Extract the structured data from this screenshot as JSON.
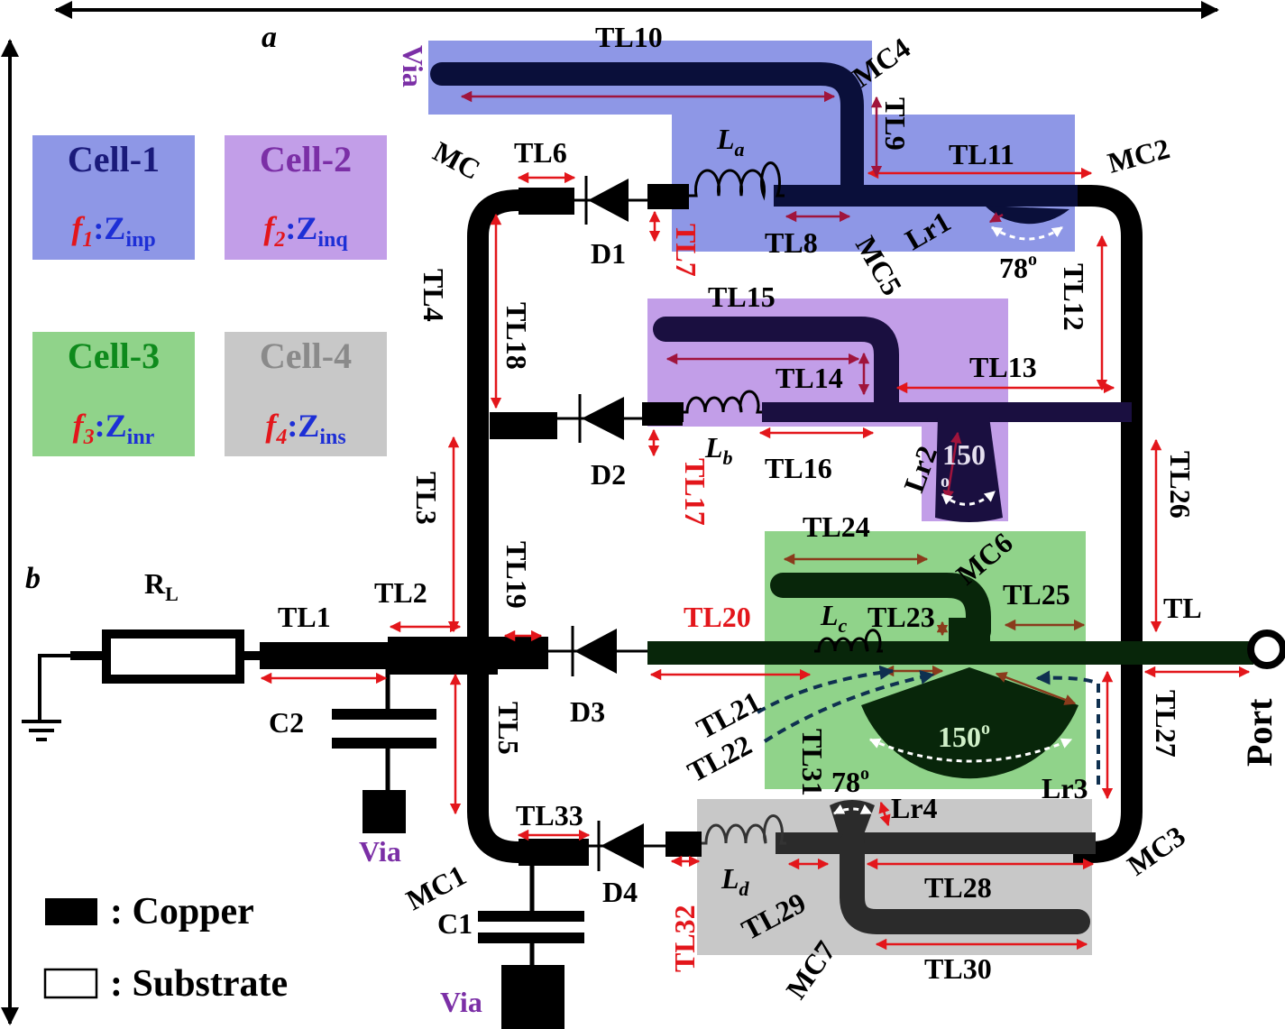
{
  "colors": {
    "cell1": "#8e97e6",
    "cell2": "#c29ee8",
    "cell3": "#90d38a",
    "cell4": "#c8c8c8",
    "dim_red": "#e3161b",
    "dim_dark": "#a0143c",
    "copper": "#000000",
    "label_red": "#e3161b",
    "label_purple": "#7b2fa6",
    "label_blue": "#1d2fd6"
  },
  "icons": [
    "ground-icon",
    "resistor-icon",
    "capacitor-icon",
    "inductor-icon",
    "diode-icon",
    "via-icon",
    "port-icon"
  ],
  "dimensions": {
    "width": "a",
    "height": "b"
  },
  "legend": {
    "cells": [
      {
        "title": "Cell-1",
        "freq": "f",
        "sub": "1",
        "z": ":Z",
        "zsub": "inp"
      },
      {
        "title": "Cell-2",
        "freq": "f",
        "sub": "2",
        "z": ":Z",
        "zsub": "inq"
      },
      {
        "title": "Cell-3",
        "freq": "f",
        "sub": "3",
        "z": ":Z",
        "zsub": "inr"
      },
      {
        "title": "Cell-4",
        "freq": "f",
        "sub": "4",
        "z": ":Z",
        "zsub": "ins"
      }
    ],
    "copper": ": Copper",
    "substrate": ": Substrate"
  },
  "components": {
    "load": "R",
    "load_sub": "L",
    "c1": "C1",
    "c2": "C2",
    "d1": "D1",
    "d2": "D2",
    "d3": "D3",
    "d4": "D4",
    "port": "Port",
    "via_c2": "Via",
    "via_c1": "Via",
    "via_tl10": "Via"
  },
  "inductors": [
    {
      "main": "L",
      "sub": "a"
    },
    {
      "main": "L",
      "sub": "b"
    },
    {
      "main": "L",
      "sub": "c"
    },
    {
      "main": "L",
      "sub": "d"
    }
  ],
  "lines": {
    "tl1": "TL1",
    "tl2": "TL2",
    "tl3": "TL3",
    "tl4": "TL4",
    "tl5": "TL5",
    "tl6": "TL6",
    "tl7": "TL7",
    "tl8": "TL8",
    "tl9": "TL9",
    "tl10": "TL10",
    "tl11": "TL11",
    "tl12": "TL12",
    "tl13": "TL13",
    "tl14": "TL14",
    "tl15": "TL15",
    "tl16": "TL16",
    "tl17": "TL17",
    "tl18": "TL18",
    "tl19": "TL19",
    "tl20": "TL20",
    "tl21": "TL21",
    "tl22": "TL22",
    "tl23": "TL23",
    "tl24": "TL24",
    "tl25": "TL25",
    "tl26": "TL26",
    "tl27": "TL27",
    "tl28": "TL28",
    "tl29": "TL29",
    "tl30": "TL30",
    "tl31": "TL31",
    "tl32": "TL32",
    "tl33": "TL33",
    "tl": "TL"
  },
  "corners": {
    "mc": "MC",
    "mc1": "MC1",
    "mc2": "MC2",
    "mc3": "MC3",
    "mc4": "MC4",
    "mc5": "MC5",
    "mc6": "MC6",
    "mc7": "MC7"
  },
  "stubs": {
    "lr1": "Lr1",
    "lr2": "Lr2",
    "lr3": "Lr3",
    "lr4": "Lr4",
    "ang1": "78",
    "ang2": "150",
    "ang3": "150",
    "ang4": "78",
    "deg": "o"
  }
}
